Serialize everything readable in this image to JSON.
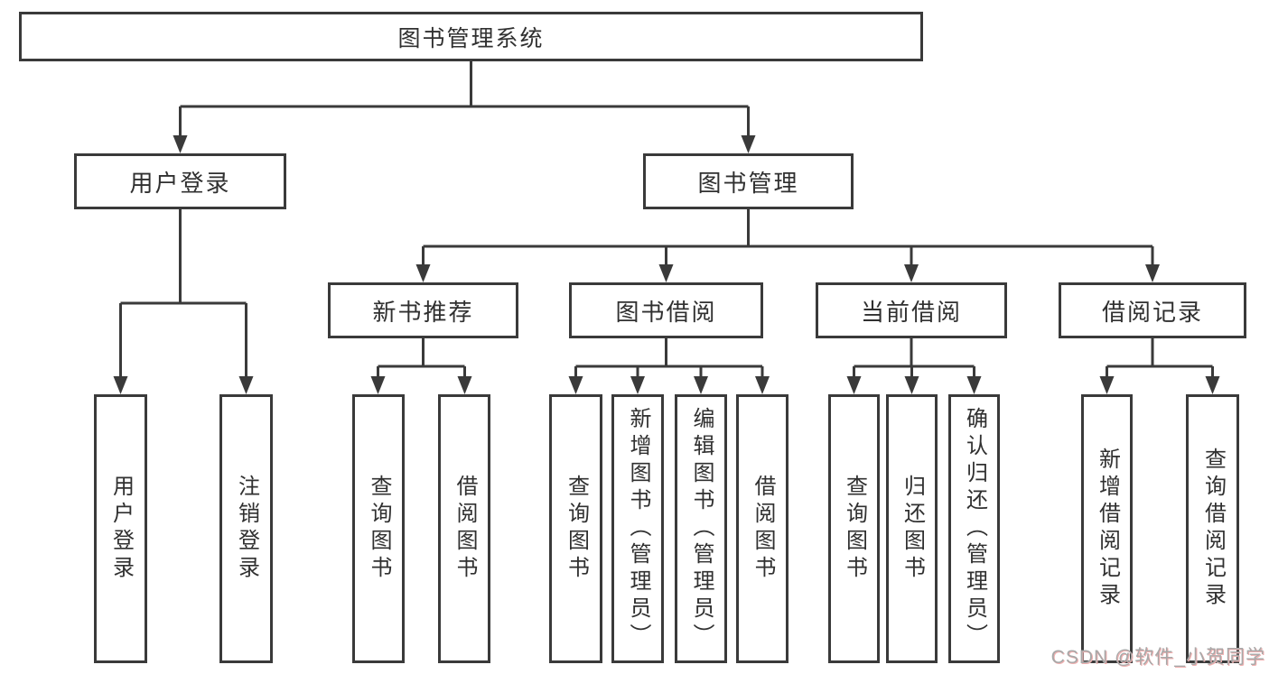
{
  "tree": {
    "root": "图书管理系统",
    "branches": [
      {
        "label": "用户登录",
        "children": [
          "用户登录",
          "注销登录"
        ]
      },
      {
        "label": "图书管理",
        "children": [
          {
            "label": "新书推荐",
            "children": [
              "查询图书",
              "借阅图书"
            ]
          },
          {
            "label": "图书借阅",
            "children": [
              "查询图书",
              "新增图书（管理员）",
              "编辑图书（管理员）",
              "借阅图书"
            ]
          },
          {
            "label": "当前借阅",
            "children": [
              "查询图书",
              "归还图书",
              "确认归还（管理员）"
            ]
          },
          {
            "label": "借阅记录",
            "children": [
              "新增借阅记录",
              "查询借阅记录"
            ]
          }
        ]
      }
    ]
  },
  "watermark": {
    "text": "CSDN @软件_小贺同学"
  },
  "colors": {
    "line": "#3a3a3a",
    "ink": "#303030",
    "box_bg": "#ffffff",
    "watermark": "#a8a8a8",
    "watermark_accent": "#f0b0b0"
  }
}
